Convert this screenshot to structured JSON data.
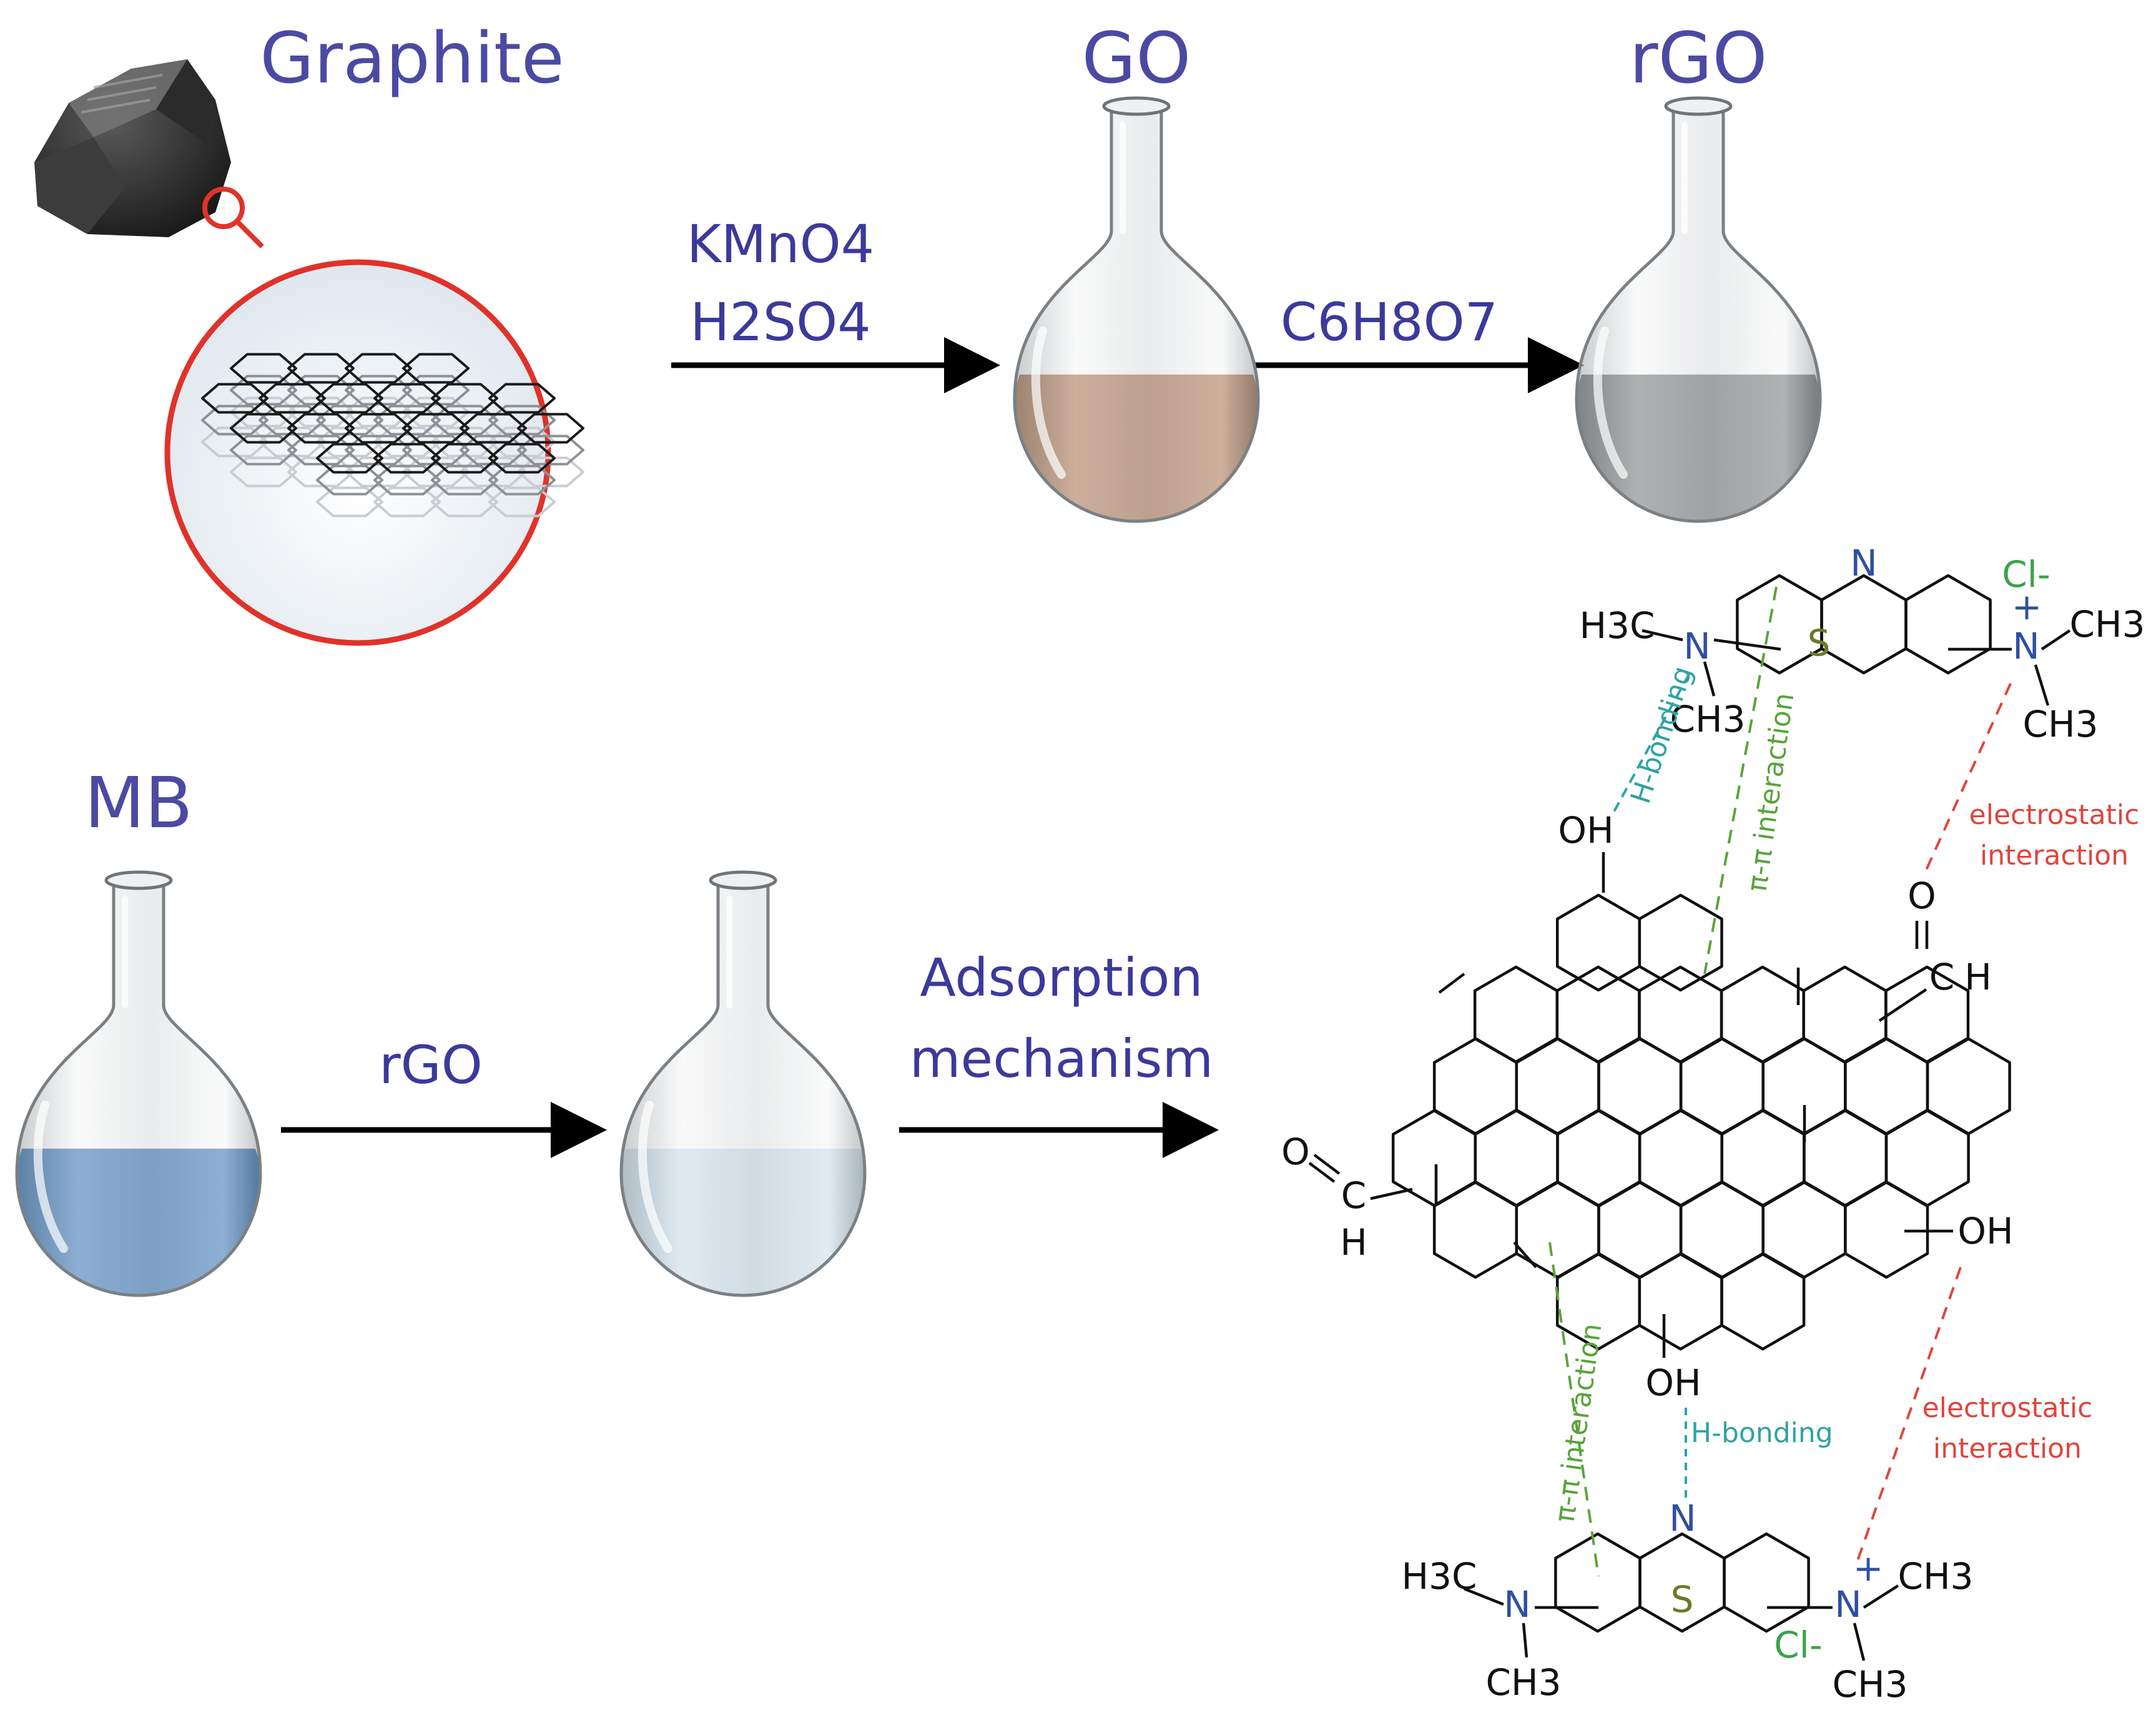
{
  "labels": {
    "graphite": "Graphite",
    "go": "GO",
    "rgo": "rGO",
    "mb": "MB",
    "reagent1_line1": "KMnO4",
    "reagent1_line2": "H2SO4",
    "reagent2": "C6H8O7",
    "reagent3": "rGO",
    "adsorption_line1": "Adsorption",
    "adsorption_line2": "mechanism"
  },
  "molecule": {
    "h3c": "H3C",
    "ch3": "CH3",
    "n": "N",
    "s": "S",
    "cl": "Cl-",
    "plus": "+",
    "oh": "OH",
    "o": "O",
    "h": "H",
    "c": "C",
    "h_bonding": "H-bonding",
    "pi_pi": "π-π interaction",
    "electrostatic_line1": "electrostatic",
    "electrostatic_line2": "interaction"
  },
  "colors": {
    "title_text": "#4b4aa3",
    "go_liquid": "#9a5a2e",
    "rgo_liquid": "#5b5d60",
    "mb_liquid": "#0d57a6",
    "adsorbed_liquid": "#c5dceb",
    "lens_circle": "#e0322a",
    "h_bonding": "#2fa3a3",
    "pi_interaction": "#59a43a",
    "electrostatic": "#e0443c"
  }
}
